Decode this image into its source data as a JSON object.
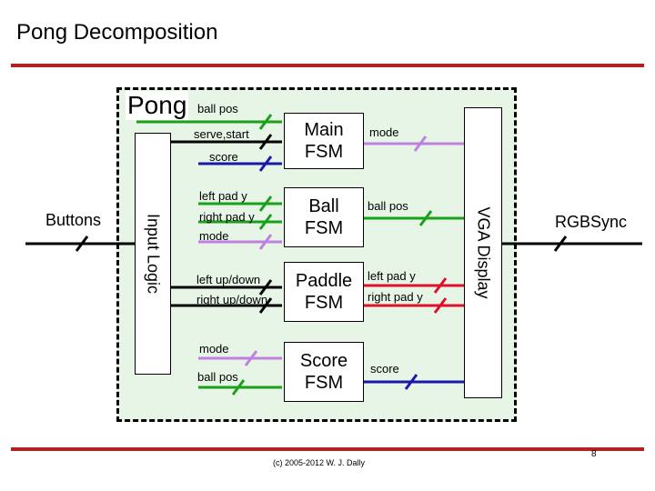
{
  "title": "Pong Decomposition",
  "pong_label": "Pong",
  "input_logic": "Input Logic",
  "vga_display": "VGA Display",
  "buttons": "Buttons",
  "rgbsync": "RGBSync",
  "fsms": {
    "main": [
      "Main",
      "FSM"
    ],
    "ball": [
      "Ball",
      "FSM"
    ],
    "paddle": [
      "Paddle",
      "FSM"
    ],
    "score": [
      "Score",
      "FSM"
    ]
  },
  "signals_left": {
    "ball_pos_top": "ball pos",
    "serve_start": "serve,start",
    "score": "score",
    "left_pad_y": "left pad y",
    "right_pad_y": "right pad y",
    "mode_ball": "mode",
    "left_up_down": "left up/down",
    "right_up_down": "right up/down",
    "mode_score": "mode",
    "ball_pos_score": "ball pos"
  },
  "signals_right": {
    "mode": "mode",
    "ball_pos": "ball pos",
    "left_pad_y": "left pad y",
    "right_pad_y": "right pad y",
    "score": "score"
  },
  "credit": "(c) 2005-2012 W. J. Dally",
  "page_number": "8",
  "colors": {
    "rule": "#b22222",
    "pong_fill": "#e6f5e6",
    "green": "#1aa01a",
    "blue": "#1a1aaa",
    "violet": "#c080e0",
    "red": "#e0102a",
    "black": "#000000"
  }
}
